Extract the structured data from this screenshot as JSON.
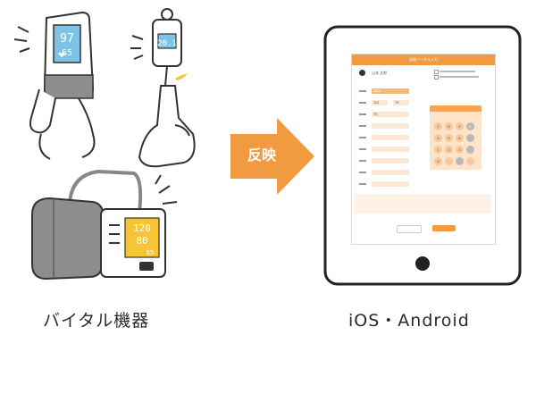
{
  "labels": {
    "vital_devices": "バイタル機器",
    "reflect": "反映",
    "platform": "iOS・Android"
  },
  "devices": {
    "oximeter_top": "97",
    "oximeter_bottom": "65",
    "thermometer": "20.1",
    "bp_systolic": "120",
    "bp_diastolic": "80",
    "bp_pulse": "65"
  },
  "colors": {
    "accent_orange": "#f29a3f",
    "screen_blue": "#7cc3e6",
    "bp_yellow": "#f7c531"
  },
  "tablet_app": {
    "header": "記録バイタル入力",
    "patient_name": "山本 太郎",
    "values": {
      "temp": "36.6",
      "bp_high": "121",
      "bp_low": "79",
      "pulse": "70"
    },
    "keys": [
      "7",
      "8",
      "9",
      "C",
      "4",
      "5",
      "6",
      "",
      "1",
      "2",
      "3",
      "",
      "0",
      ".",
      "",
      ""
    ]
  }
}
